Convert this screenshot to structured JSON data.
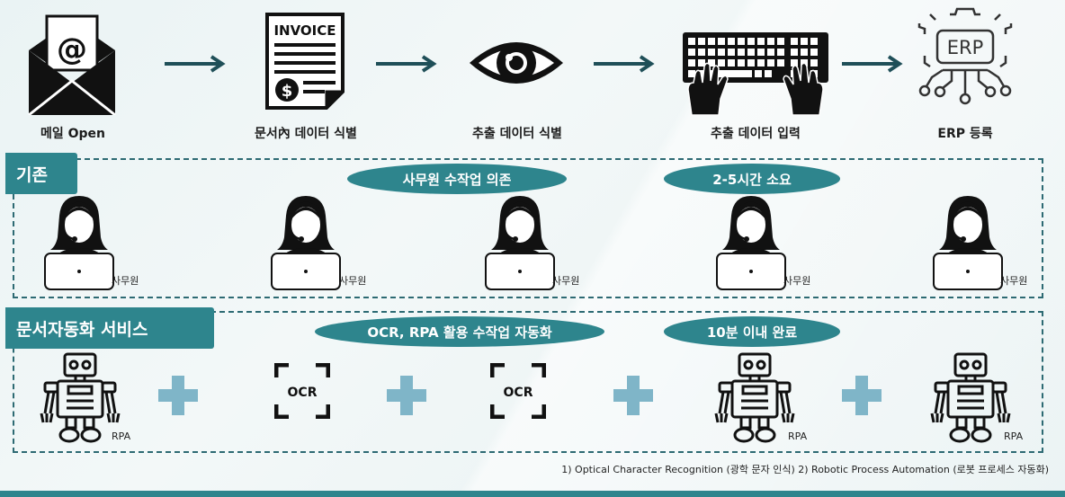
{
  "steps": [
    {
      "label": "메일 Open",
      "icon": "mail-icon"
    },
    {
      "label": "문서內 데이터 식별",
      "icon": "invoice-icon",
      "icon_text": "INVOICE"
    },
    {
      "label": "추출 데이터 식별",
      "icon": "eye-icon"
    },
    {
      "label": "추출 데이터 입력",
      "icon": "keyboard-icon"
    },
    {
      "label": "ERP 등록",
      "icon": "erp-gear-icon",
      "icon_text": "ERP"
    }
  ],
  "existing": {
    "tag": "기존",
    "pill_left": "사무원 수작업 의존",
    "pill_right": "2-5시간 소요",
    "workers": [
      "사무원",
      "사무원",
      "사무원",
      "사무원",
      "사무원"
    ]
  },
  "automation": {
    "tag": "문서자동화 서비스",
    "pill_left": "OCR, RPA 활용 수작업 자동화",
    "pill_right": "10분 이내 완료",
    "items": [
      {
        "type": "robot",
        "label": "RPA"
      },
      {
        "type": "ocr",
        "label": "OCR"
      },
      {
        "type": "ocr",
        "label": "OCR"
      },
      {
        "type": "robot",
        "label": "RPA"
      },
      {
        "type": "robot",
        "label": "RPA"
      }
    ]
  },
  "footnote": "1) Optical Character Recognition (광학 문자 인식)  2) Robotic Process Automation (로봇 프로세스 자동화)",
  "colors": {
    "accent": "#2e858d",
    "dark": "#1a1a1a",
    "plus": "#7fb5c8"
  }
}
